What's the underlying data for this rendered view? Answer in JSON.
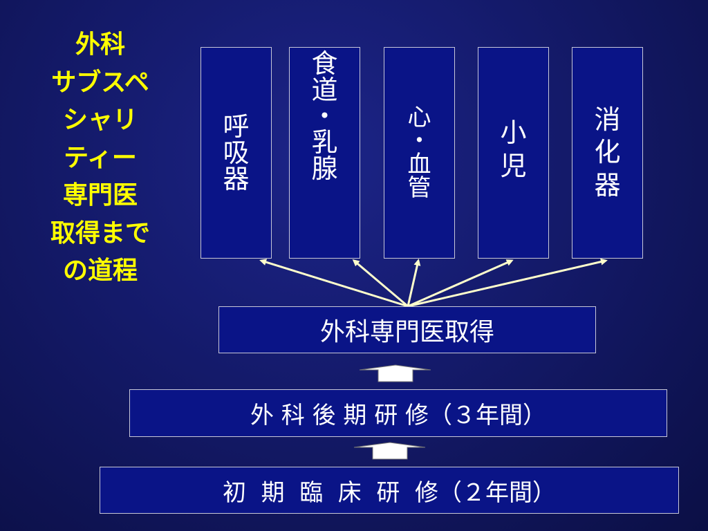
{
  "title_lines": [
    "外科",
    "サブスペ",
    "シャリ",
    "ティー",
    "専門医",
    "取得まで",
    "の道程"
  ],
  "specialties": [
    {
      "label": "呼吸器",
      "chars": [
        "呼",
        "吸",
        "器"
      ]
    },
    {
      "label": "食道・乳腺",
      "chars": [
        "食",
        "道",
        "・",
        "乳",
        "腺"
      ]
    },
    {
      "label": "心・血管",
      "chars": [
        "心",
        "・",
        "血",
        "管"
      ]
    },
    {
      "label": "小児",
      "chars": [
        "小",
        "児"
      ]
    },
    {
      "label": "消化器",
      "chars": [
        "消",
        "化",
        "器"
      ]
    }
  ],
  "board_cert": "外科専門医取得",
  "late_training": "外 科 後 期 研 修（３年間）",
  "initial_training": "初  期  臨  床  研  修（２年間）",
  "colors": {
    "background": "#141a6a",
    "box_fill": "#0a1487",
    "title": "#ffff00",
    "arrows": "#ffffcc"
  }
}
